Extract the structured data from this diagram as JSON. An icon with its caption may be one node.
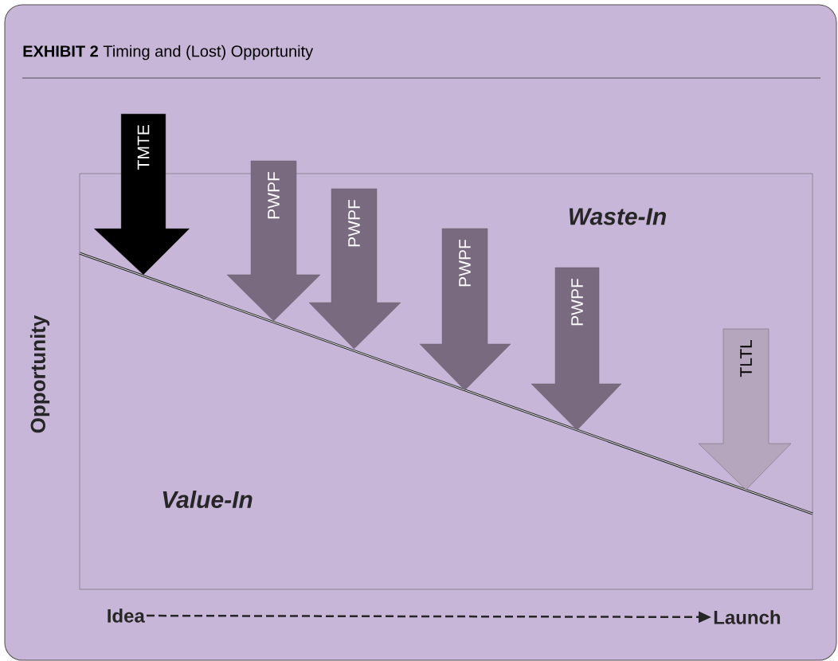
{
  "diagram": {
    "title": "**EXHIBIT 2** Timing and (Lost) Opportunity",
    "nodes": [
      {
        "text": [
          "TMTE"
        ]
      },
      {
        "text": [
          "PWPF"
        ]
      },
      {
        "text": [
          "PWPF"
        ]
      },
      {
        "text": [
          "PWPF"
        ]
      },
      {
        "text": [
          "PWPF"
        ]
      },
      {
        "text": [
          "TLTL"
        ]
      },
      {
        "text": [
          "Idea"
        ]
      },
      {
        "text": [
          "Launch"
        ]
      }
    ],
    "edges": [
      {
        "from": 6,
        "to": 7,
        "arrow": "to",
        "style": "dashed"
      }
    ],
    "labels": [
      "Waste-In",
      "Opportunity",
      "Value-In"
    ]
  }
}
